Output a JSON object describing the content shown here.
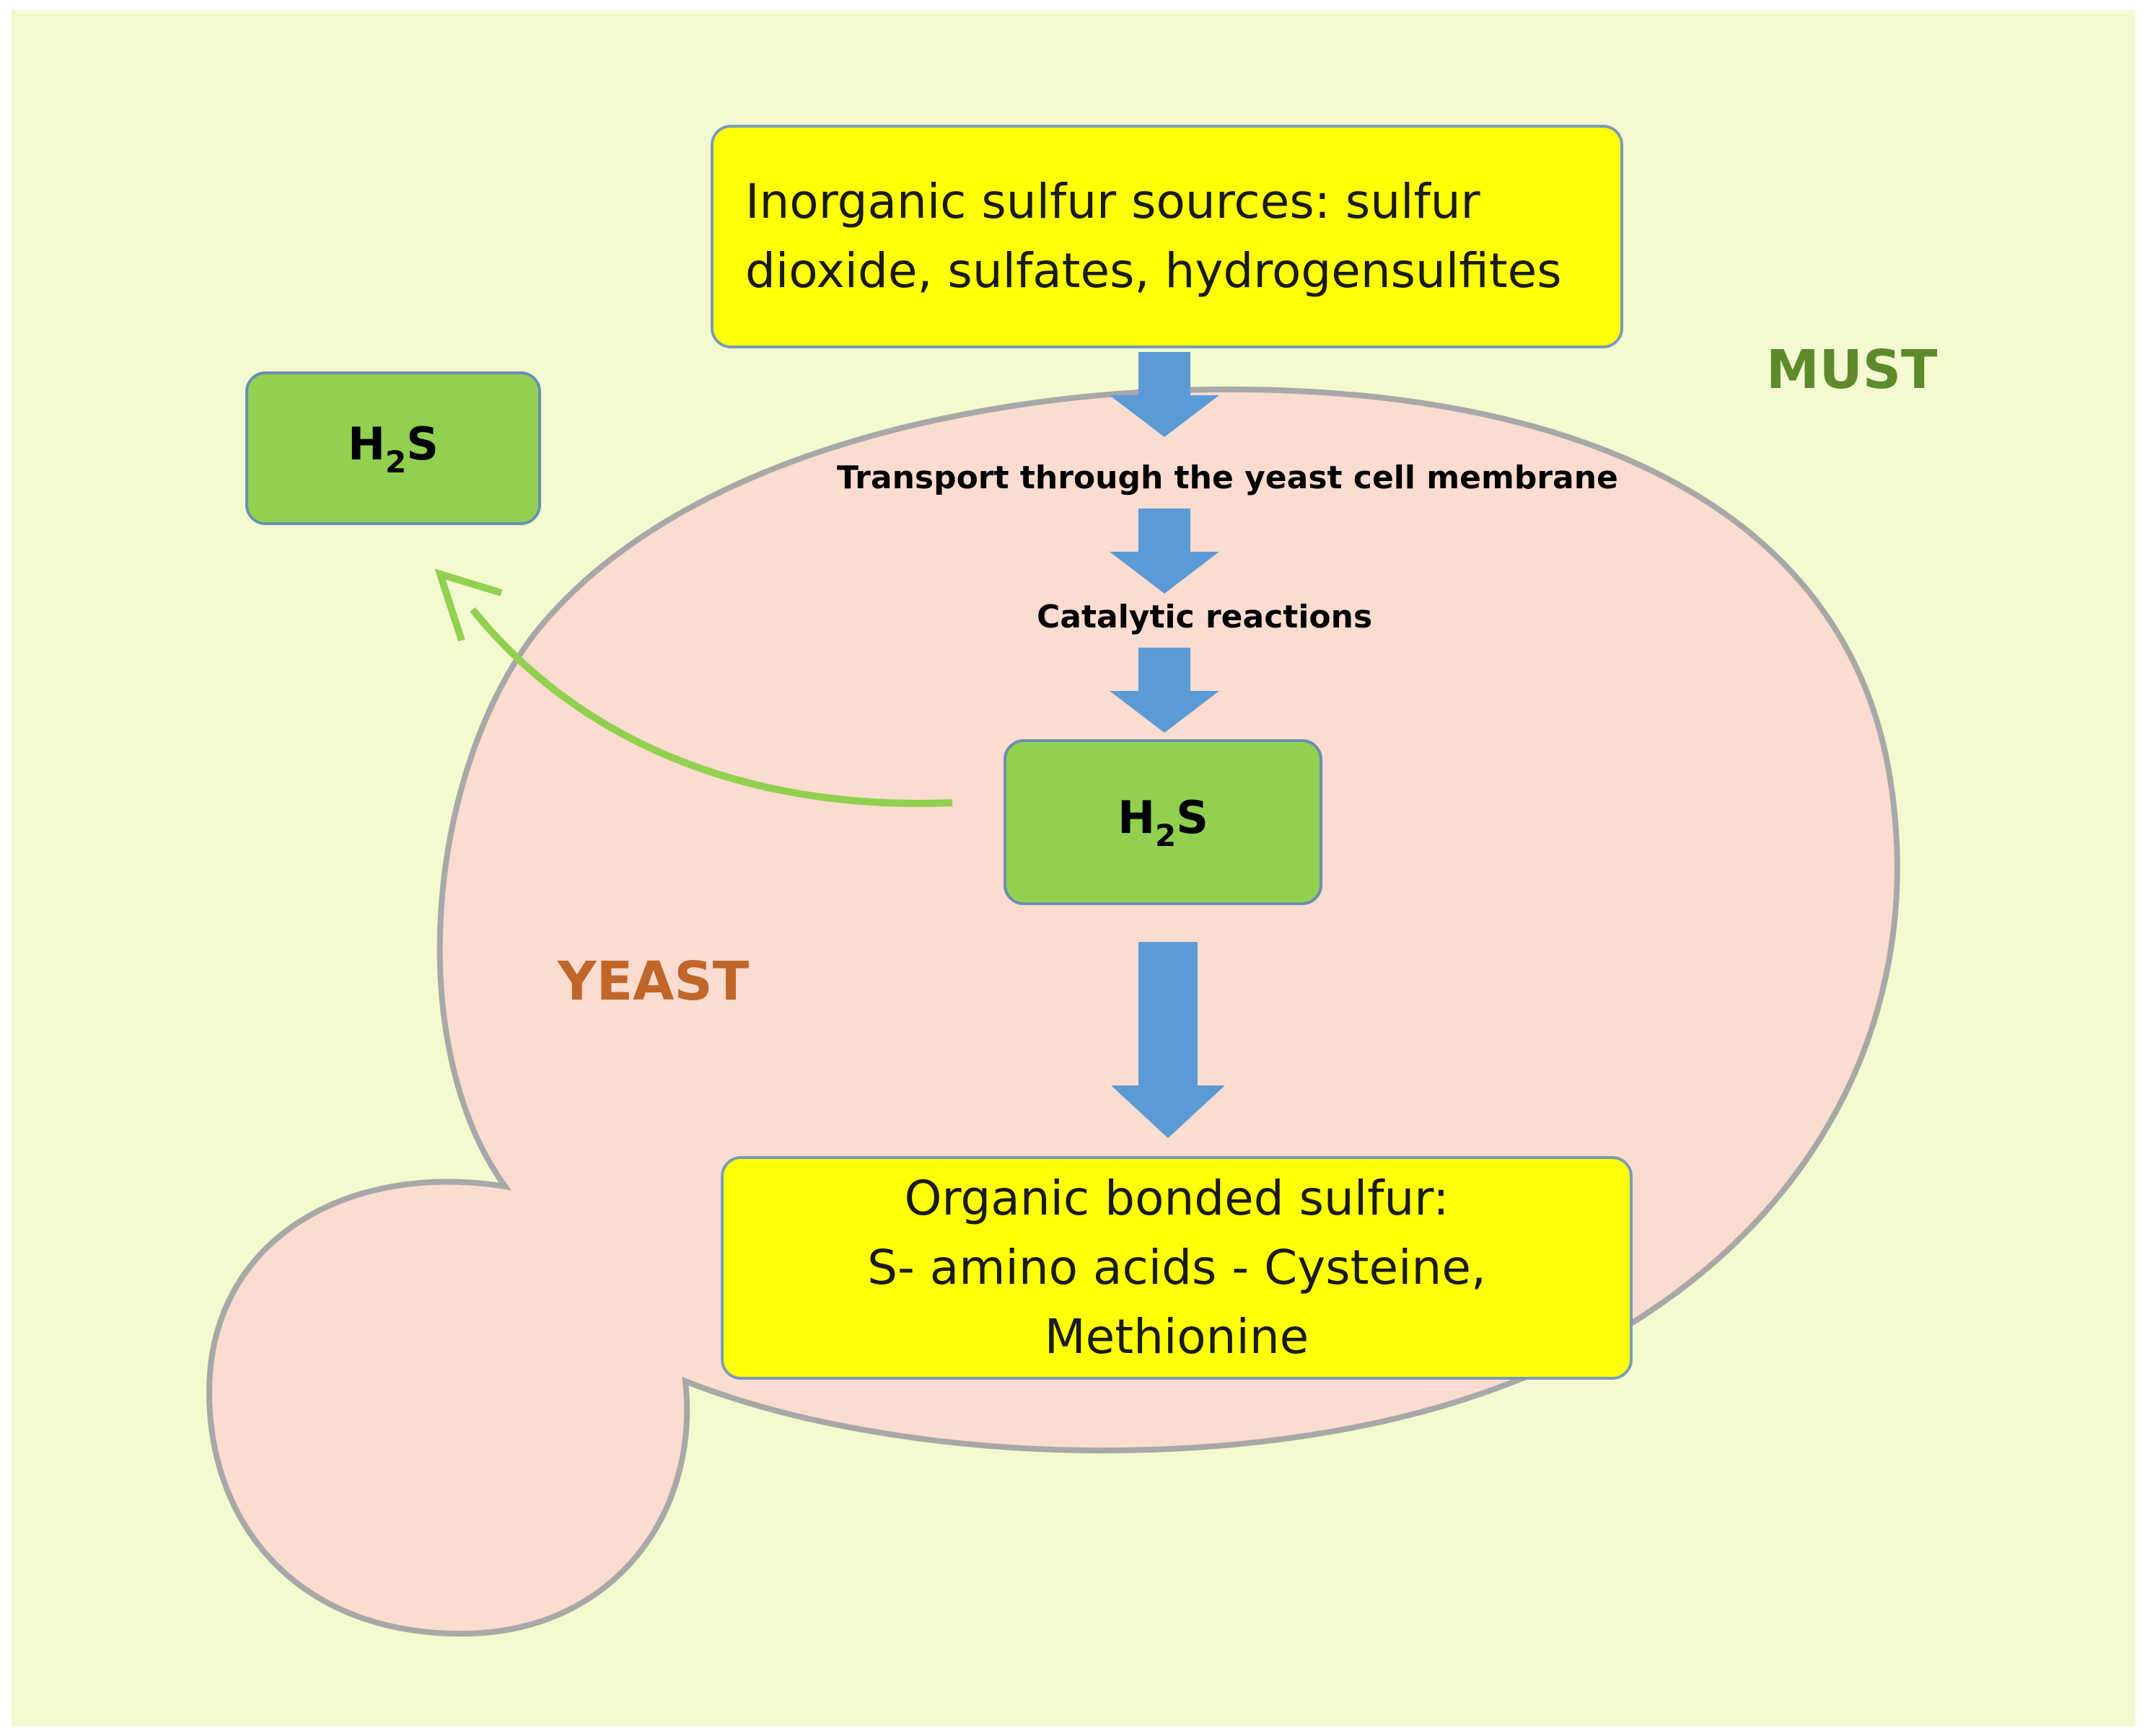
{
  "colors": {
    "background": "#f3fad0",
    "cell_fill": "#fadcd0",
    "cell_outline": "#a8a8a8",
    "arrow_blue": "#5b9bd5",
    "arrow_green": "#92d050",
    "box_yellow": "#ffff05",
    "box_green": "#92d050",
    "must_label": "#5e8a2c",
    "yeast_label": "#c0662a"
  },
  "regions": {
    "must": "MUST",
    "yeast": "YEAST"
  },
  "source_box": {
    "line1": "Inorganic sulfur sources: sulfur",
    "line2": "dioxide, sulfates, hydrogensulfites"
  },
  "steps": {
    "transport": "Transport through the yeast cell membrane",
    "catalytic": "Catalytic reactions"
  },
  "h2s_inner": {
    "h": "H",
    "sub": "2",
    "s": "S"
  },
  "h2s_outer": {
    "h": "H",
    "sub": "2",
    "s": "S"
  },
  "product_box": {
    "line1": "Organic bonded sulfur:",
    "line2": "S- amino acids - Cysteine,",
    "line3": "Methionine"
  }
}
